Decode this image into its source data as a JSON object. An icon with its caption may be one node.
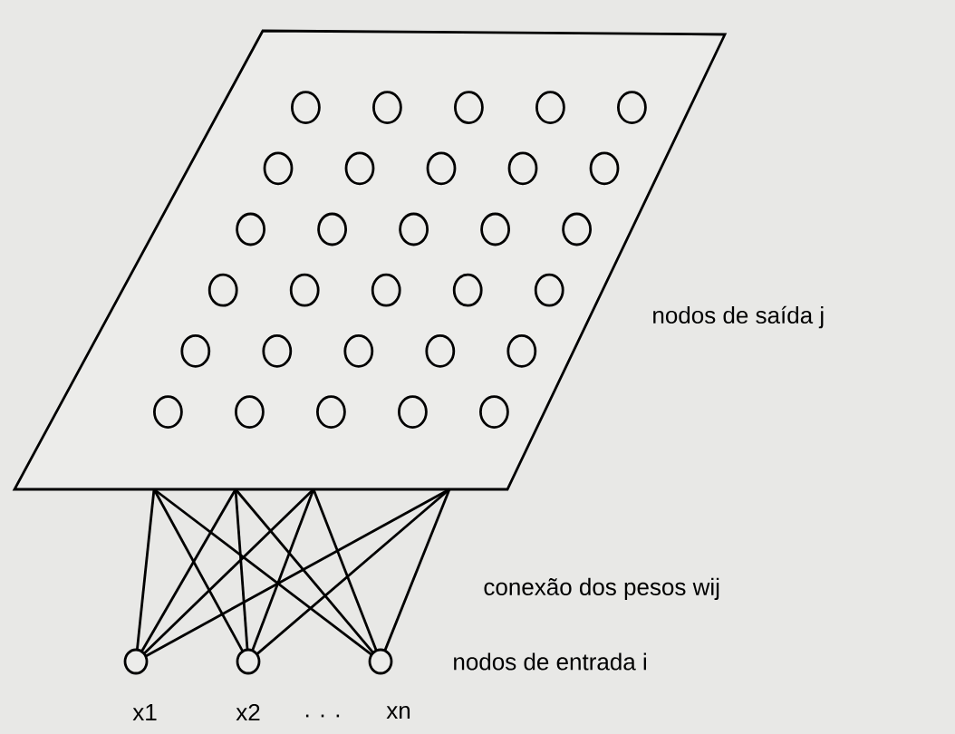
{
  "diagram": {
    "nodes": [
      {
        "text": [],
        "shape": "parallelogram",
        "beside": [
          "nodos de saída j"
        ]
      },
      {
        "text": [],
        "shape": "circle",
        "in": 0
      },
      {
        "text": [],
        "shape": "circle",
        "in": 0
      },
      {
        "text": [],
        "shape": "circle",
        "in": 0
      },
      {
        "text": [],
        "shape": "circle",
        "in": 0
      },
      {
        "text": [],
        "shape": "circle",
        "in": 0
      },
      {
        "text": [],
        "shape": "circle",
        "in": 0
      },
      {
        "text": [],
        "shape": "circle",
        "in": 0
      },
      {
        "text": [],
        "shape": "circle",
        "in": 0
      },
      {
        "text": [],
        "shape": "circle",
        "in": 0
      },
      {
        "text": [],
        "shape": "circle",
        "in": 0
      },
      {
        "text": [],
        "shape": "circle",
        "in": 0
      },
      {
        "text": [],
        "shape": "circle",
        "in": 0
      },
      {
        "text": [],
        "shape": "circle",
        "in": 0
      },
      {
        "text": [],
        "shape": "circle",
        "in": 0
      },
      {
        "text": [],
        "shape": "circle",
        "in": 0
      },
      {
        "text": [],
        "shape": "circle",
        "in": 0
      },
      {
        "text": [],
        "shape": "circle",
        "in": 0
      },
      {
        "text": [],
        "shape": "circle",
        "in": 0
      },
      {
        "text": [],
        "shape": "circle",
        "in": 0
      },
      {
        "text": [],
        "shape": "circle",
        "in": 0
      },
      {
        "text": [],
        "shape": "circle",
        "in": 0
      },
      {
        "text": [],
        "shape": "circle",
        "in": 0
      },
      {
        "text": [],
        "shape": "circle",
        "in": 0
      },
      {
        "text": [],
        "shape": "circle",
        "in": 0
      },
      {
        "text": [],
        "shape": "circle",
        "in": 0
      },
      {
        "text": [],
        "shape": "circle",
        "in": 0
      },
      {
        "text": [],
        "shape": "circle",
        "in": 0
      },
      {
        "text": [],
        "shape": "circle",
        "in": 0
      },
      {
        "text": [],
        "shape": "circle",
        "in": 0
      },
      {
        "text": [],
        "shape": "circle",
        "in": 0
      },
      {
        "text": [],
        "shape": "circle",
        "beside": [
          "x1"
        ]
      },
      {
        "text": [],
        "shape": "circle",
        "beside": [
          "x2"
        ]
      },
      {
        "text": [],
        "shape": "circle",
        "beside": [
          "xn"
        ]
      }
    ],
    "edges": [
      {
        "from": 31,
        "to": 0,
        "arrow": "none"
      },
      {
        "from": 31,
        "to": 0,
        "arrow": "none"
      },
      {
        "from": 31,
        "to": 0,
        "arrow": "none"
      },
      {
        "from": 31,
        "to": 0,
        "arrow": "none"
      },
      {
        "from": 32,
        "to": 0,
        "arrow": "none"
      },
      {
        "from": 32,
        "to": 0,
        "arrow": "none"
      },
      {
        "from": 32,
        "to": 0,
        "arrow": "none"
      },
      {
        "from": 32,
        "to": 0,
        "arrow": "none"
      },
      {
        "from": 33,
        "to": 0,
        "arrow": "none"
      },
      {
        "from": 33,
        "to": 0,
        "arrow": "none"
      },
      {
        "from": 33,
        "to": 0,
        "arrow": "none"
      },
      {
        "from": 33,
        "to": 0,
        "arrow": "none"
      }
    ],
    "labels": [
      "conexão dos pesos wij",
      "nodos de entrada i",
      ". . ."
    ]
  }
}
